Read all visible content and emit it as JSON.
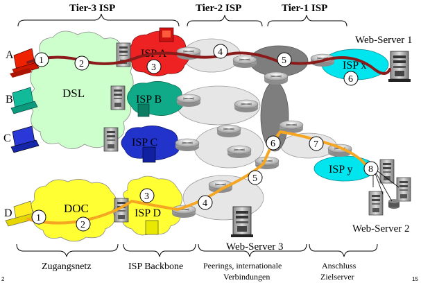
{
  "tiers": {
    "tier3": "Tier-3 ISP",
    "tier2": "Tier-2 ISP",
    "tier1": "Tier-1 ISP"
  },
  "hosts": {
    "a": "A",
    "b": "B",
    "c": "C",
    "d": "D"
  },
  "clouds": {
    "dsl": "DSL",
    "doc": "DOC"
  },
  "isps": {
    "a": "ISP A",
    "b": "ISP B",
    "c": "ISP C",
    "d": "ISP D",
    "x": "ISP x",
    "y": "ISP y"
  },
  "servers": {
    "ws1": "Web-Server 1",
    "ws2": "Web-Server 2",
    "ws3": "Web-Server 3"
  },
  "bottom": {
    "zugang": "Zugangsnetz",
    "backbone": "ISP Backbone",
    "peerings_1": "Peerings, internationale",
    "peerings_2": "Verbindungen",
    "anschluss_1": "Anschluss",
    "anschluss_2": "Zielserver"
  },
  "path_a": [
    "1",
    "2",
    "3",
    "4",
    "5",
    "6"
  ],
  "path_d": [
    "1",
    "2",
    "3",
    "4",
    "5",
    "6",
    "7",
    "8"
  ],
  "page": {
    "left": "2",
    "right": "15"
  },
  "colors": {
    "path_a": "#8b1a1a",
    "path_d": "#f5a623",
    "dsl": "#ccffcc",
    "doc": "#ffff33",
    "isp_a": "#ee2222",
    "isp_b": "#11aa88",
    "isp_c": "#2233cc",
    "isp_x": "#00e5ee",
    "isp_y": "#00e5ee"
  }
}
